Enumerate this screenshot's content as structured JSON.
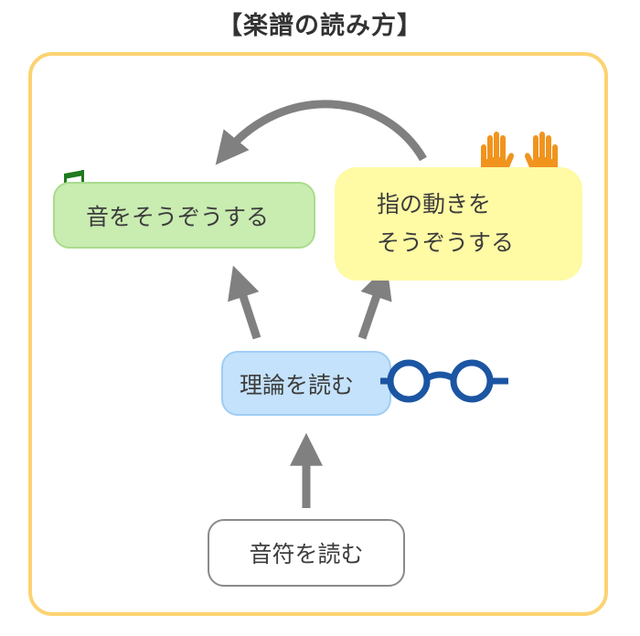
{
  "title": "【楽譜の読み方】",
  "nodes": {
    "imagine_sound": "音をそうぞうする",
    "imagine_fingers_line1": "指の動きを",
    "imagine_fingers_line2": "そうぞうする",
    "read_theory": "理論を読む",
    "read_notes": "音符を読む"
  },
  "icons": {
    "music": "music-note-icon",
    "hands": "raised-hands-icon",
    "glasses": "glasses-icon"
  },
  "colors": {
    "frame": "#fcd372",
    "arrow": "#808080",
    "sound_box": "#c9ecb1",
    "fingers_box": "#fffaa4",
    "theory_box": "#c4e2fb",
    "notes_border": "#8a8a8a",
    "music_note": "#1f7a1f",
    "hands": "#f0941e",
    "glasses": "#1b55a3"
  }
}
